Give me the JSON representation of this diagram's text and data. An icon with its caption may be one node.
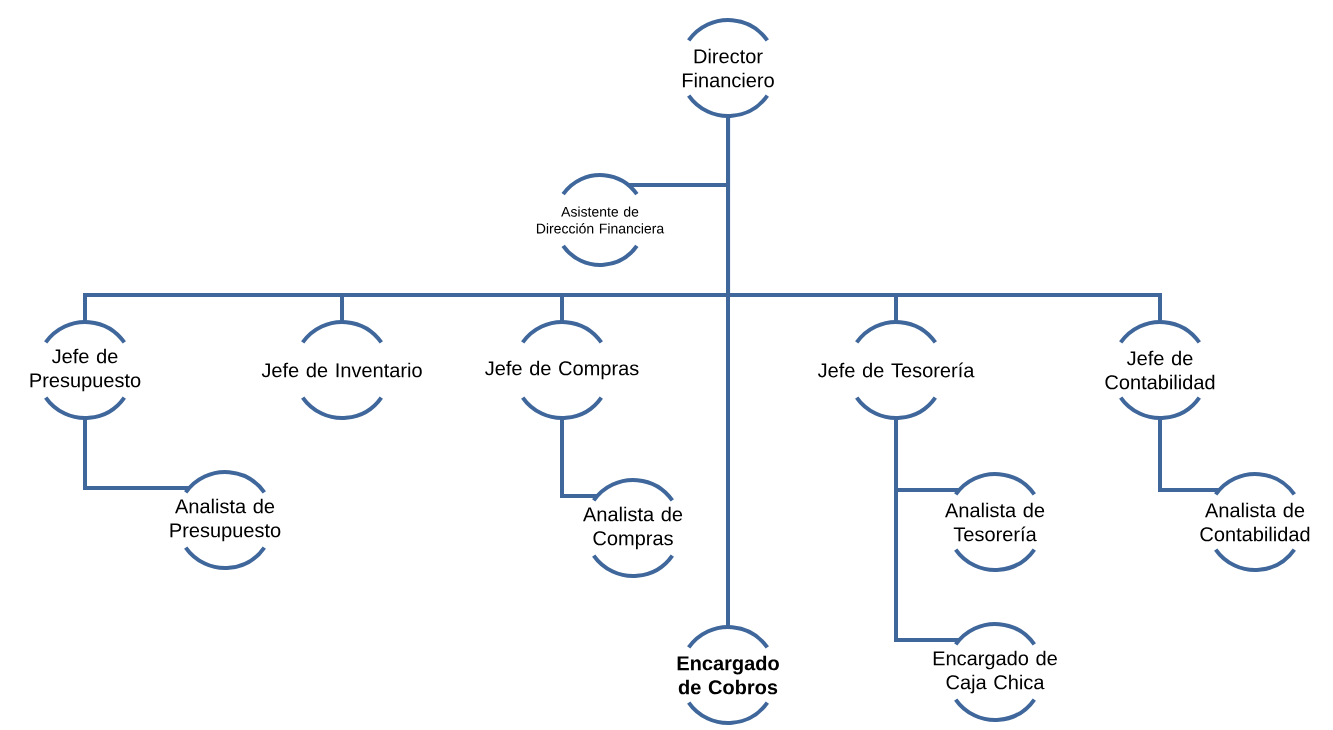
{
  "diagram": {
    "nodes": [
      {
        "text": [
          "Director Financiero"
        ]
      },
      {
        "text": [
          "Asistente de Dirección Financiera"
        ]
      },
      {
        "text": [
          "Jefe de Presupuesto"
        ]
      },
      {
        "text": [
          "Jefe de Inventario"
        ]
      },
      {
        "text": [
          "Jefe de Compras"
        ]
      },
      {
        "text": [
          "Jefe de Tesorería"
        ]
      },
      {
        "text": [
          "Jefe de Contabilidad"
        ]
      },
      {
        "text": [
          "Analista de Presupuesto"
        ]
      },
      {
        "text": [
          "Analista de Compras"
        ]
      },
      {
        "text": [
          "Encargado de Cobros"
        ]
      },
      {
        "text": [
          "Analista de Tesorería"
        ]
      },
      {
        "text": [
          "Encargado de Caja Chica"
        ]
      },
      {
        "text": [
          "Analista de Contabilidad"
        ]
      }
    ],
    "edges": [
      {
        "from": 0,
        "to": 1,
        "arrow": "none"
      },
      {
        "from": 0,
        "to": 2,
        "arrow": "none"
      },
      {
        "from": 0,
        "to": 3,
        "arrow": "none"
      },
      {
        "from": 0,
        "to": 4,
        "arrow": "none"
      },
      {
        "from": 0,
        "to": 9,
        "arrow": "none"
      },
      {
        "from": 0,
        "to": 5,
        "arrow": "none"
      },
      {
        "from": 0,
        "to": 6,
        "arrow": "none"
      },
      {
        "from": 2,
        "to": 7,
        "arrow": "none"
      },
      {
        "from": 4,
        "to": 8,
        "arrow": "none"
      },
      {
        "from": 5,
        "to": 10,
        "arrow": "none"
      },
      {
        "from": 5,
        "to": 11,
        "arrow": "none"
      },
      {
        "from": 6,
        "to": 12,
        "arrow": "none"
      }
    ]
  }
}
